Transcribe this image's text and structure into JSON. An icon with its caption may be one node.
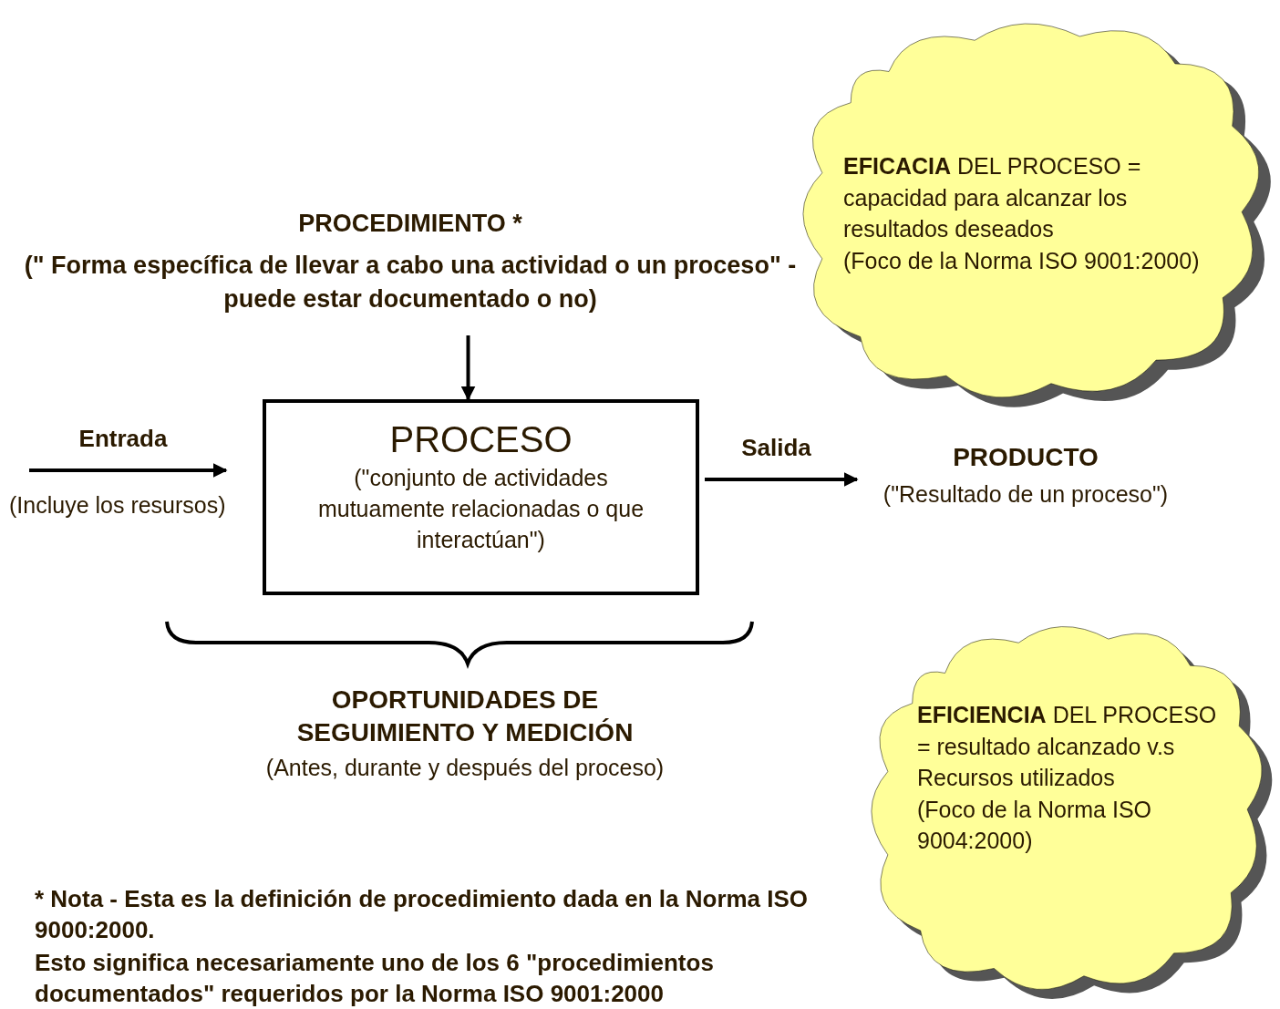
{
  "diagram": {
    "nodes": [
      {
        "text": [
          "PROCEDIMIENTO *",
          "(\" Forma específica de llevar a cabo una actividad o un proceso\" - puede estar documentado o no)"
        ]
      },
      {
        "text": [
          "PROCESO",
          "(\"conjunto de actividades mutuamente relacionadas o que interactúan\")"
        ]
      },
      {
        "text": [
          "PRODUCTO",
          "(\"Resultado de un proceso\")"
        ]
      },
      {
        "text": [
          "**EFICACIA** DEL PROCESO = capacidad para alcanzar los resultados deseados",
          "(Foco de la Norma ISO 9001:2000)"
        ]
      },
      {
        "text": [
          "**EFICIENCIA** DEL PROCESO",
          "= resultado alcanzado v.s Recursos utilizados",
          "(Foco de la Norma ISO 9004:2000)"
        ]
      }
    ],
    "edges": [
      {
        "from": 0,
        "to": 1,
        "arrow": "to"
      },
      {
        "from": null,
        "to": 1,
        "arrow": "to",
        "label": "Entrada"
      },
      {
        "from": 1,
        "to": 2,
        "arrow": "to",
        "label": "Salida"
      }
    ],
    "labels": [
      "(Incluye los resursos)",
      "OPORTUNIDADES DE SEGUIMIENTO Y MEDICIÓN",
      "(Antes, durante y después del proceso)",
      "* Nota - Esta es la definición de procedimiento dada en la Norma ISO 9000:2000.",
      "Esto significa necesariamente uno de los 6 \"procedimientos documentados\" requeridos por la Norma ISO 9001:2000"
    ]
  }
}
